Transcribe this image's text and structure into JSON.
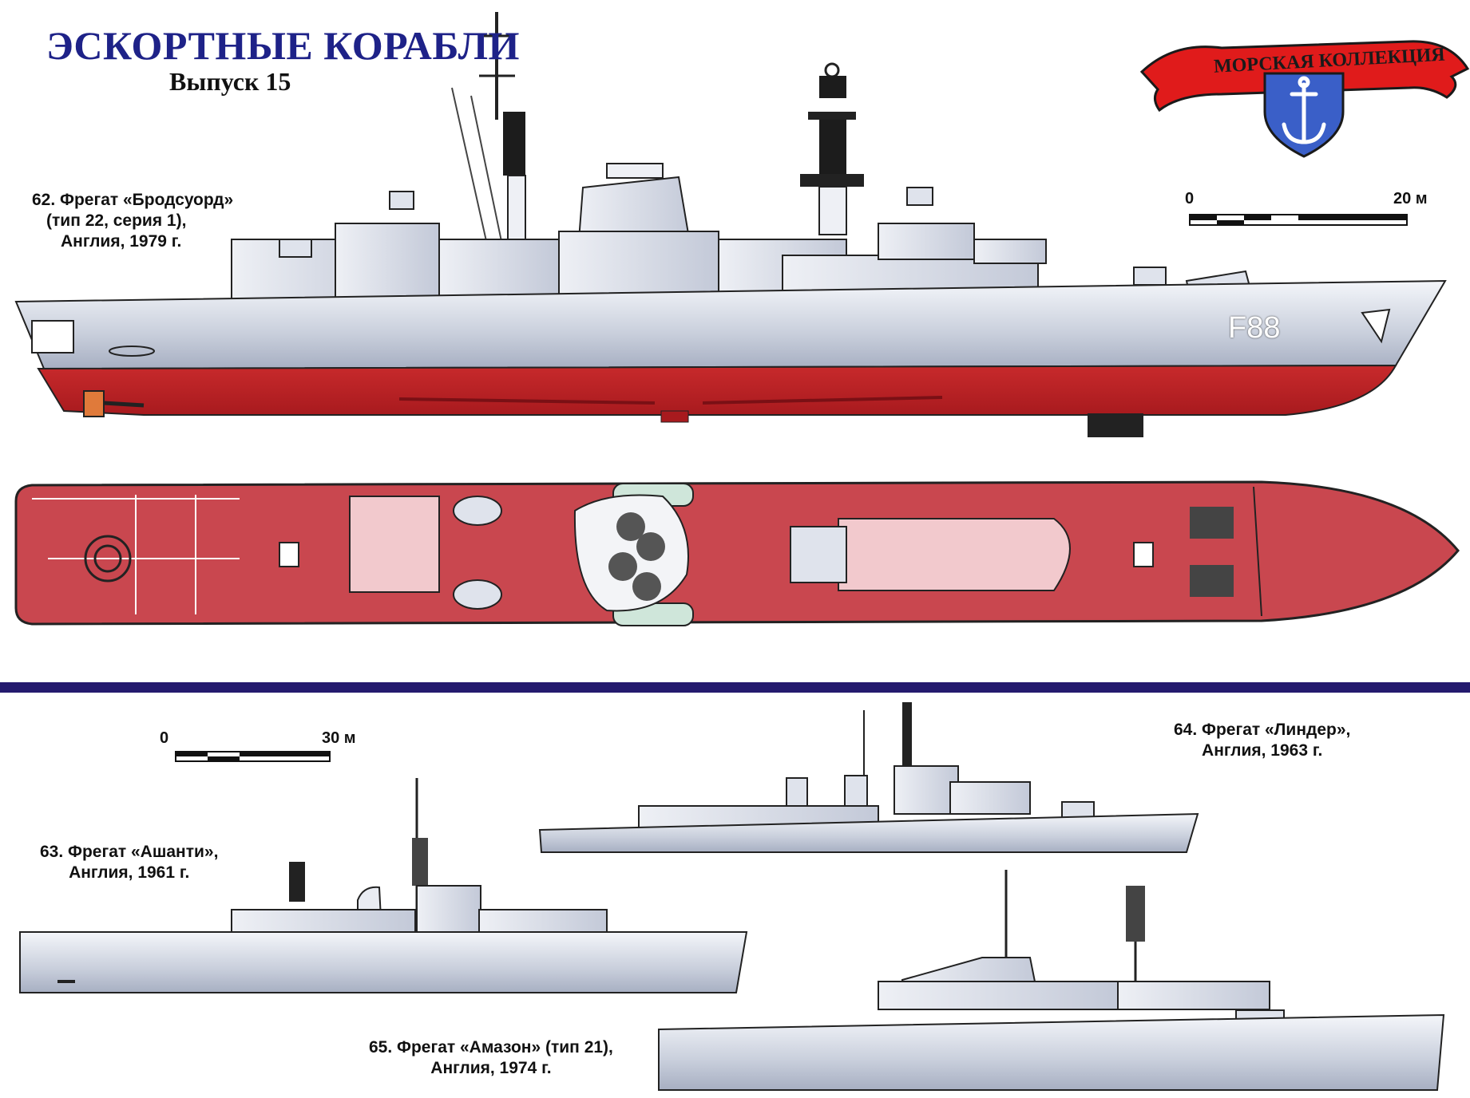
{
  "header": {
    "title": "ЭСКОРТНЫЕ КОРАБЛИ",
    "issue": "Выпуск 15"
  },
  "logo": {
    "banner_text": "МОРСКАЯ КОЛЛЕКЦИЯ",
    "banner_color": "#e01b1b",
    "shield_color": "#3a5fc8"
  },
  "scales": {
    "top": {
      "start": "0",
      "end": "20 м"
    },
    "bottom": {
      "start": "0",
      "end": "30 м"
    }
  },
  "ships": {
    "s62": {
      "line1": "62. Фрегат «Бродсуорд»",
      "line2": "(тип 22, серия 1),",
      "line3": "Англия, 1979 г.",
      "hull_number": "F88"
    },
    "s63": {
      "line1": "63. Фрегат «Ашанти»,",
      "line2": "Англия, 1961 г."
    },
    "s64": {
      "line1": "64. Фрегат «Линдер»,",
      "line2": "Англия, 1963 г."
    },
    "s65": {
      "line1": "65. Фрегат «Амазон» (тип 21),",
      "line2": "Англия, 1974 г."
    }
  },
  "colors": {
    "hull_red": "#c8282c",
    "deck_red": "#c9474f",
    "hull_grey": "#d6dbe6",
    "divider": "#241a6e",
    "title_blue": "#1e2288"
  }
}
